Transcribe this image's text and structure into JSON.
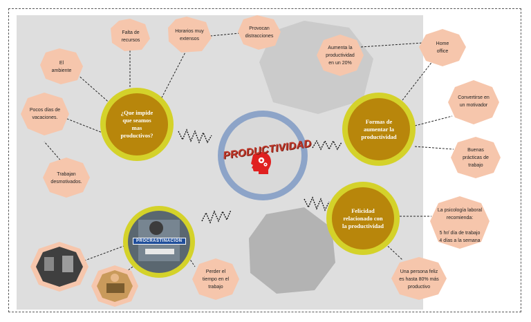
{
  "center": {
    "title": "PRODUCTIVIDAD",
    "icon": "brain-gear-head-icon"
  },
  "hubs": {
    "impide": "¿Que impide\nque seamos\nmas\nproductivos?",
    "formas": "Formas de\naumentar la\nproductividad",
    "felicidad": "Felicidad\nrelacionado con\nla productividad"
  },
  "nodes": {
    "falta": "Falta de\nrecursos",
    "horarios": "Horarios muy\nextensos",
    "provocan": "Provocan\ndistracciones",
    "ambiente": "El\nambiente",
    "pocos": "Pocos días de\nvacaciones.",
    "trabajan": "Trabajan\ndesmotivados.",
    "aumenta": "Aumenta la\nproductividad\nen un 20%",
    "home": "Home\noffice",
    "convertirse": "Convertirse en\nun motivador",
    "buenas": "Buenas\nprácticas de\ntrabajo",
    "psicologia": "La psicología laboral\nrecomienda:\n\n5 hr/ día de trabajo\n4 días a la semana",
    "persona": "Una persona feliz\nes hasta 80% más\nproductivo",
    "perder": "Perder el\ntiempo en el\ntrabajo"
  },
  "photo_banner": "PROCRASTINACION",
  "colors": {
    "hub_fill": "#b8860b",
    "hub_ring": "#d4d22a",
    "node_fill": "#f6c6ac",
    "center_ring": "#8da4c8",
    "title_red": "#c0392b"
  }
}
